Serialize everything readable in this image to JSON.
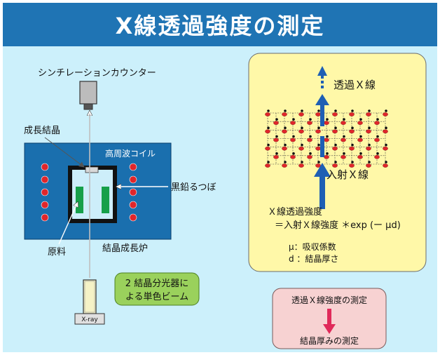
{
  "title": "X線透過強度の測定",
  "colors": {
    "title_bar": "#1f74b4",
    "background": "#ccf0fb",
    "furnace": "#1a6fae",
    "heater_dot": "#e0262b",
    "seed_material": "#16a04a",
    "info_panel": "#fff8a8",
    "beam_arrow": "#1e5fb4",
    "result_panel": "#f7d2d2",
    "result_arrow": "#e02a5a",
    "monochromator_note": "#9ad15c"
  },
  "apparatus": {
    "counter_label": "シンチレーションカウンター",
    "crystal_label": "成長結晶",
    "coil_label": "高周波コイル",
    "crucible_label": "黒鉛るつぼ",
    "raw_material_label": "原料",
    "furnace_label": "結晶成長炉",
    "xray_source_label": "X-ray",
    "monochromator_note_line1": "2 結晶分光器に",
    "monochromator_note_line2": "よる単色ビーム"
  },
  "info_panel": {
    "transmitted_label": "透過Ｘ線",
    "incident_label": "入射Ｘ線",
    "formula_line1": "Ｘ線透過強度",
    "formula_line2": "＝入射Ｘ線強度 ＊exp (ー μd)",
    "mu_def": "μ：吸収係数",
    "d_def": "d ：結晶厚さ"
  },
  "result_panel": {
    "line1": "透過Ｘ線強度の測定",
    "line2": "結晶厚みの測定"
  }
}
